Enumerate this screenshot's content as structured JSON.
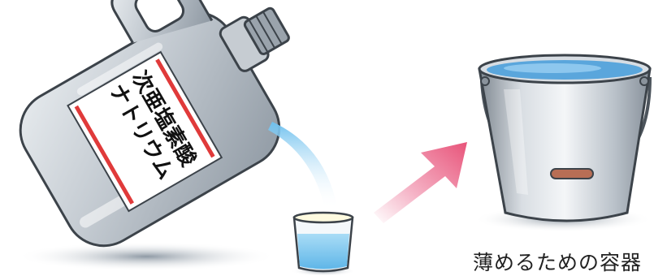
{
  "jug": {
    "label_line1": "次亜塩素酸",
    "label_line2": "ナトリウム"
  },
  "bucket": {
    "caption": "薄めるための容器"
  },
  "colors": {
    "arrow": "#e8547a",
    "water": "#7fc8f0",
    "label_border": "#e03a3a",
    "jug_body": "#b7bec6",
    "bucket_body": "#bfc6ce",
    "bucket_handle_grip": "#b86e55"
  }
}
